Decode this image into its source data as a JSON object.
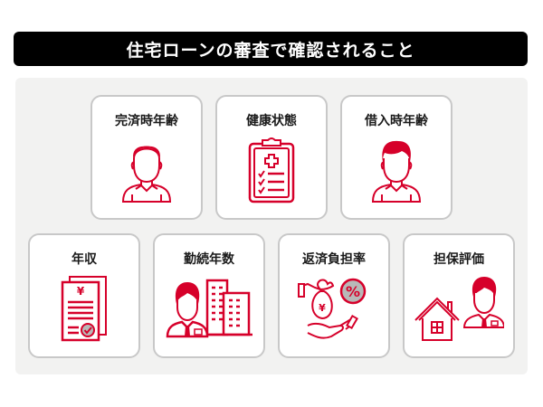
{
  "title": "住宅ローンの審査で確認されること",
  "colors": {
    "accent": "#d6002a",
    "title_bg": "#000000",
    "panel_bg": "#f2f2f1",
    "card_border": "#c8c8c8",
    "icon_grey": "#b8b8b8"
  },
  "items": [
    {
      "label": "完済時年齢",
      "icon": "older-man-icon"
    },
    {
      "label": "健康状態",
      "icon": "medical-clipboard-icon"
    },
    {
      "label": "借入時年齢",
      "icon": "young-man-icon"
    },
    {
      "label": "年収",
      "icon": "income-document-icon"
    },
    {
      "label": "勤続年数",
      "icon": "employee-building-icon"
    },
    {
      "label": "返済負担率",
      "icon": "money-bag-percent-icon"
    },
    {
      "label": "担保評価",
      "icon": "house-appraiser-icon"
    }
  ],
  "icon_text": {
    "yen": "¥",
    "percent": "%"
  }
}
